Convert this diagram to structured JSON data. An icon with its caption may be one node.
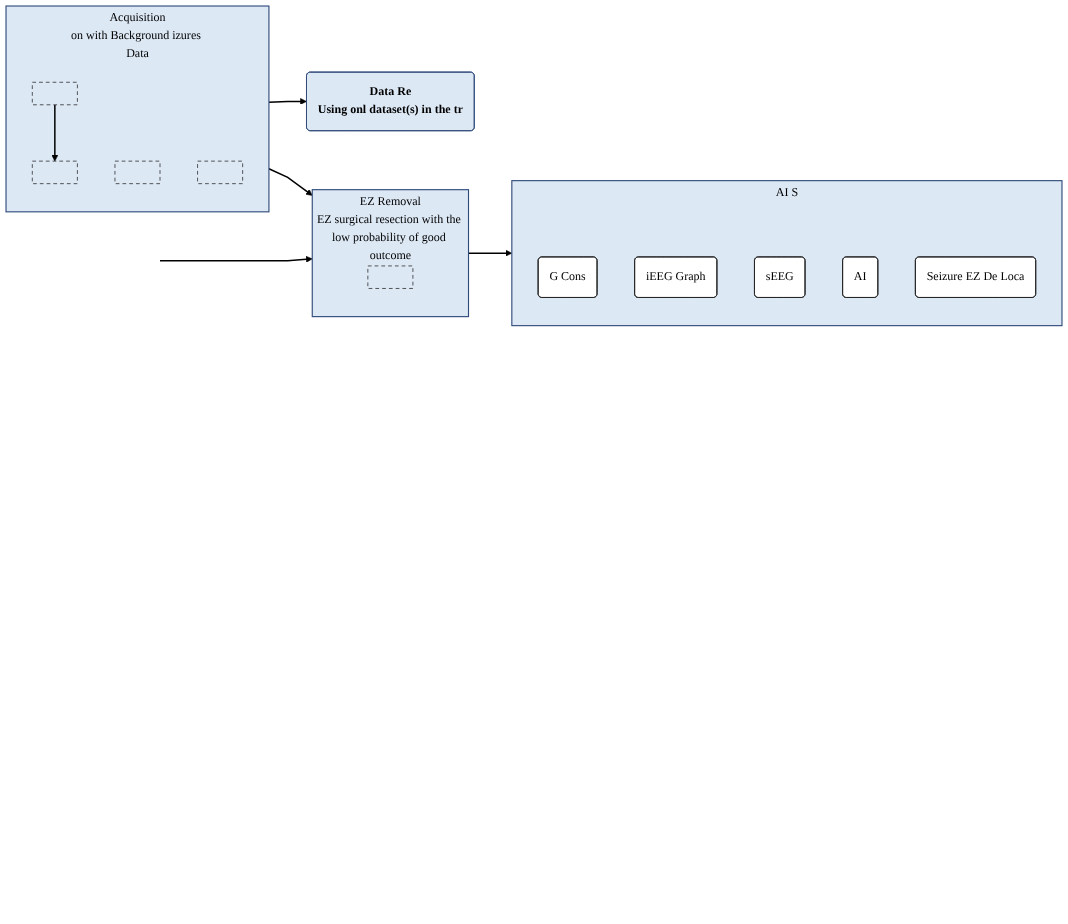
{
  "diagram": {
    "nodes": [
      {
        "text": [
          "Acquisition",
          "on with Background izures Data"
        ]
      },
      {
        "text": [],
        "shape": "box",
        "in": 0
      },
      {
        "text": [],
        "shape": "box",
        "in": 0
      },
      {
        "text": [],
        "shape": "box",
        "in": 0
      },
      {
        "text": [],
        "shape": "box",
        "in": 0
      },
      {
        "text": [
          "Data Re",
          "Using onl dataset(s) in the tr"
        ]
      },
      {
        "text": [
          "EZ Removal",
          "EZ surgical resection with the low probability of good outcome"
        ]
      },
      {
        "text": [],
        "shape": "box",
        "in": 6
      },
      {
        "text": [
          "AI S"
        ]
      },
      {
        "text": [
          "G Cons"
        ],
        "in": 8
      },
      {
        "text": [
          "iEEG Graph"
        ],
        "in": 8
      },
      {
        "text": [
          "sEEG"
        ],
        "in": 8
      },
      {
        "text": [
          "AI"
        ],
        "in": 8
      },
      {
        "text": [
          "Seizure EZ De Loca"
        ],
        "in": 8
      }
    ],
    "edges": [
      {
        "from": 1,
        "to": 2,
        "arrow": "to"
      },
      {
        "from": 0,
        "to": 5,
        "arrow": "to"
      },
      {
        "from": 0,
        "to": 6,
        "arrow": "to"
      },
      {
        "from": 6,
        "to": 8,
        "arrow": "to"
      },
      {
        "from": null,
        "to": 6,
        "arrow": "to"
      }
    ]
  }
}
